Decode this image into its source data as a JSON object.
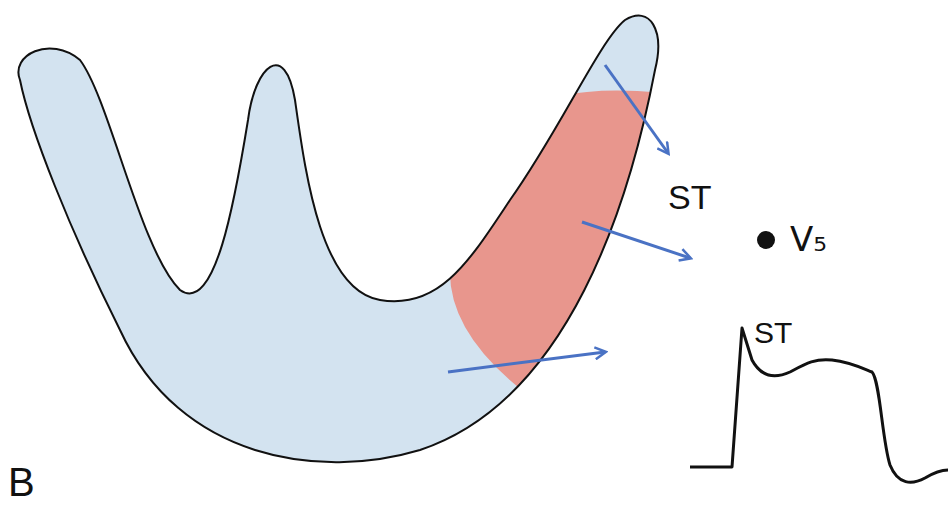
{
  "diagram": {
    "labels": [
      "ST",
      "V₅",
      "ST",
      "B"
    ]
  }
}
